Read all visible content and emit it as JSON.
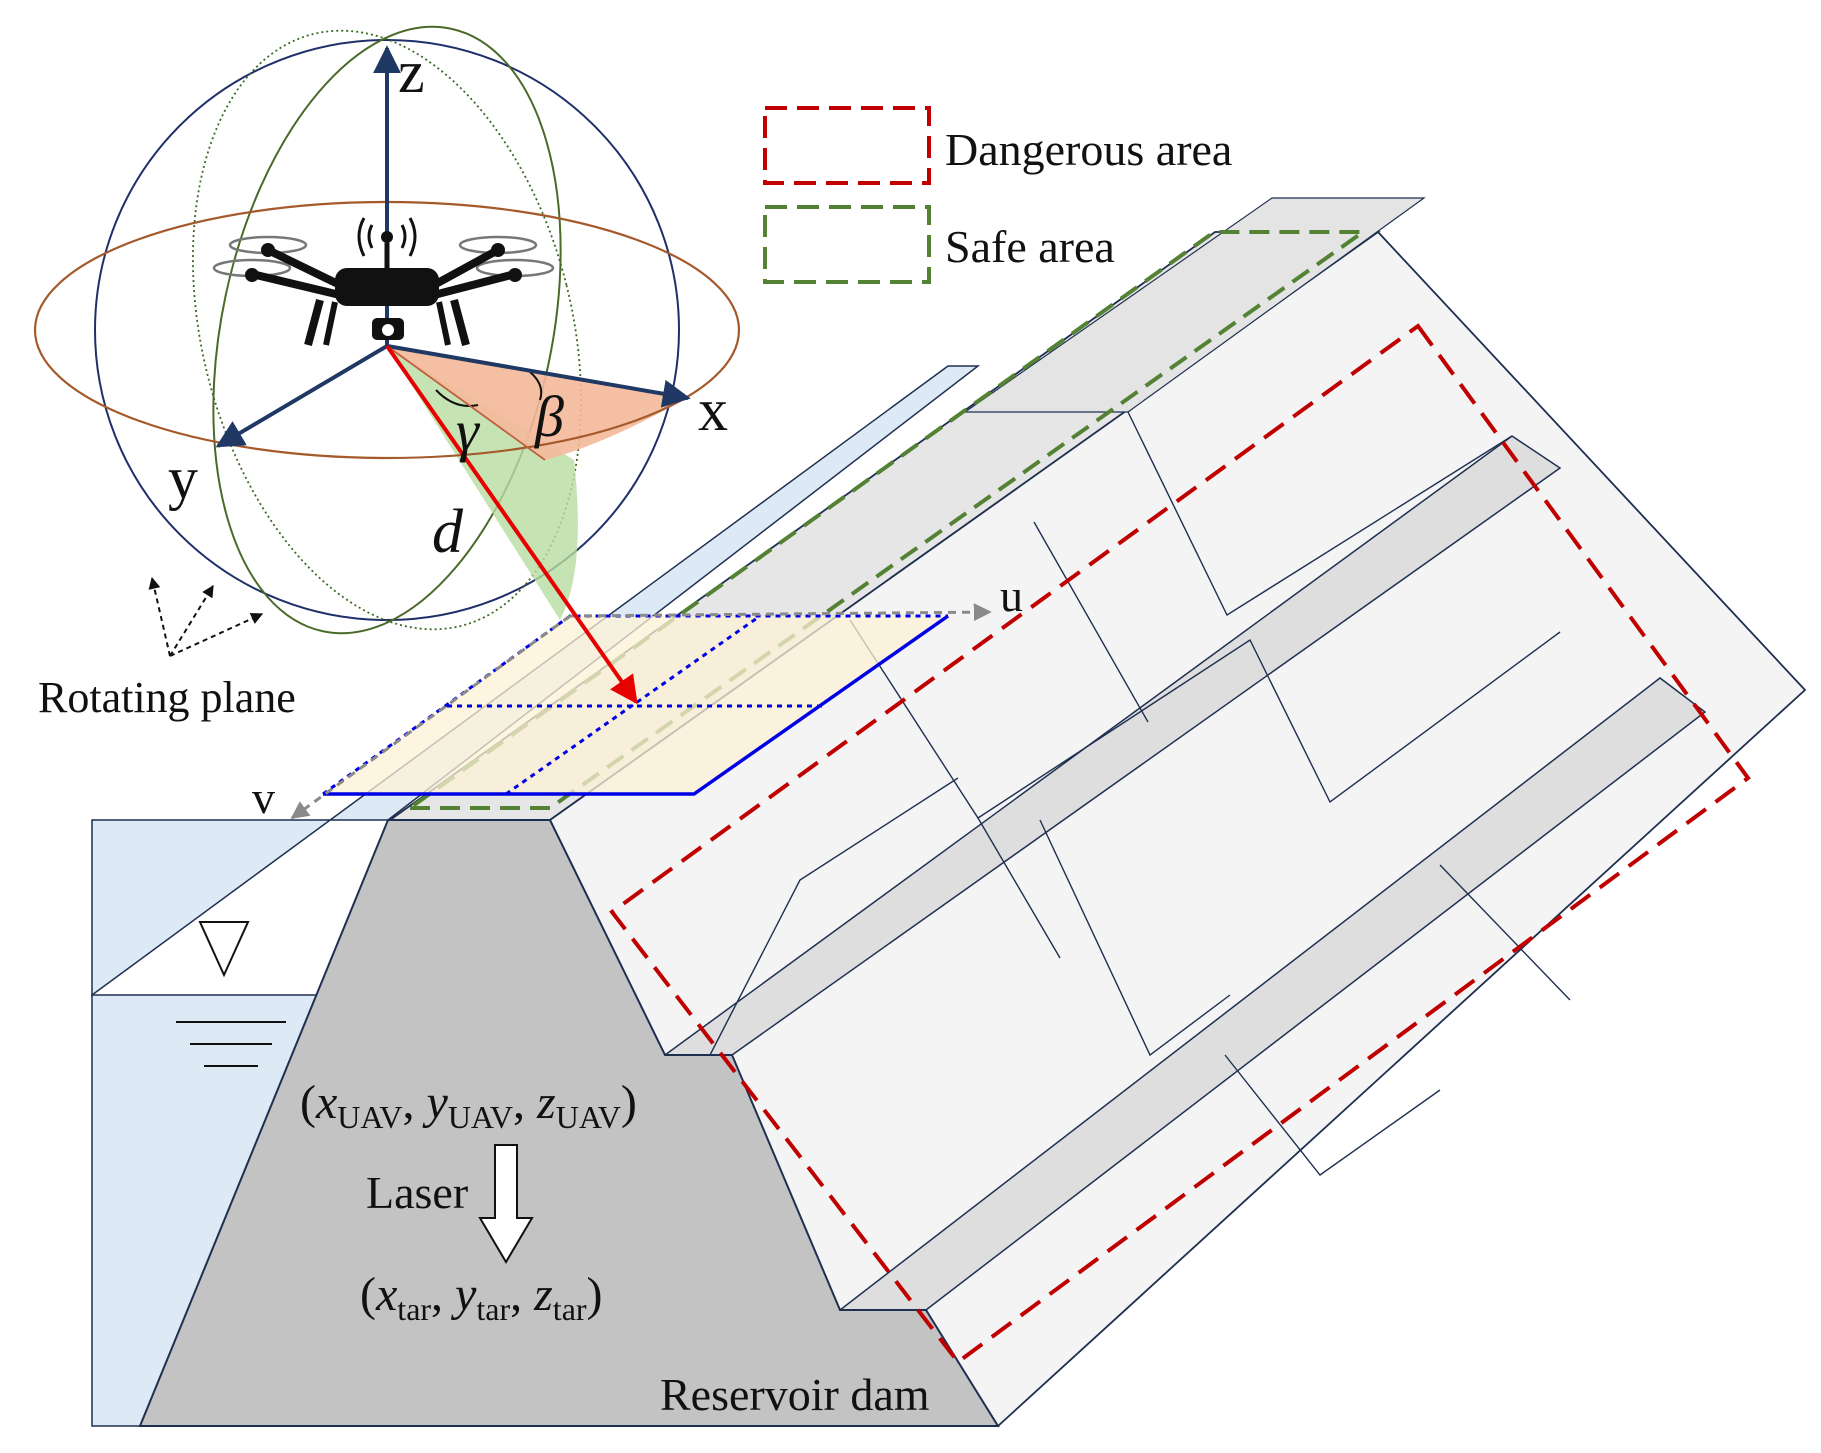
{
  "axes": {
    "z": "z",
    "x": "x",
    "y": "y"
  },
  "angles": {
    "gamma": "γ",
    "beta": "β",
    "distance": "d"
  },
  "plane_axes": {
    "u": "u",
    "v": "v"
  },
  "rotating_plane_label": "Rotating plane",
  "legend": {
    "dangerous": {
      "label": "Dangerous area",
      "color": "#c00000"
    },
    "safe": {
      "label": "Safe area",
      "color": "#548235"
    }
  },
  "dam_label": "Reservoir dam",
  "uav_coords": {
    "open": "(",
    "x": "x",
    "y": "y",
    "z": "z",
    "sub": "UAV",
    "close": ")"
  },
  "laser_label": "Laser",
  "target_coords": {
    "open": "(",
    "x": "x",
    "y": "y",
    "z": "z",
    "sub": "tar",
    "close": ")"
  },
  "colors": {
    "water": "#dde9f5",
    "dam_section": "#c3c3c3",
    "slope_face": "#f4f4f4",
    "berm": "#dedede",
    "frame": "#1f2f50",
    "laser": "#e60000",
    "plane_fill": "#fdf1d6",
    "plane_edge": "#0000e6",
    "horizontal_ring": "#a45a2a",
    "sphere": "#1f2f6a",
    "vertical_ring": "#4a6a2a",
    "beta_sector": "#f4b89a",
    "gamma_sector": "#b8dca0"
  }
}
